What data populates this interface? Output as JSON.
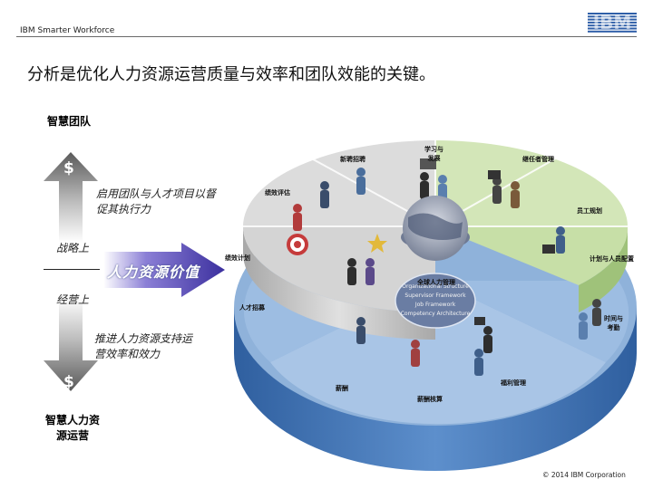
{
  "header": {
    "company_label": "IBM Smarter Workforce",
    "logo_text": "IBM",
    "copyright": "© 2014 IBM Corporation"
  },
  "title": "分析是优化人力资源运营质量与效率和团队效能的关键。",
  "left_panel": {
    "top_heading": "智慧团队",
    "top_symbol": "$",
    "top_text_line1": "启用团队与人才项目以督",
    "top_text_line2": "促其执行力",
    "strategy_label": "战略上",
    "value_label": "人力资源价值",
    "operation_label": "经营上",
    "bottom_text_line1": "推进人力资源支持运",
    "bottom_text_line2": "营效率和效力",
    "bottom_symbol": "$",
    "bottom_heading_line1": "智慧人力资",
    "bottom_heading_line2": "源运营"
  },
  "wheel_labels": {
    "recruit": "新聘招聘",
    "learning_line1": "学习与",
    "learning_line2": "发展",
    "succession": "继任者管理",
    "performance": "绩效评估",
    "workforce_planning": "员工规划",
    "incentive_plan": "绩效计划",
    "planning_config": "计划与人员配置",
    "global_hr": "全球人力管理",
    "talent_acquisition": "人才招募",
    "time_line1": "时间与",
    "time_line2": "考勤",
    "payroll": "薪酬",
    "benefits": "福利管理",
    "reporting": "薪酬核算"
  },
  "center_bubble": {
    "line1": "Organizational Structure",
    "line2": "Supervisor Framework",
    "line3": "Job Framework",
    "line4": "Competency Architecture"
  },
  "colors": {
    "top_tier_green": "#cfe3b0",
    "top_tier_gray": "#d8d8d8",
    "middle_tier_blue": "#8fb2da",
    "base_blue": "#4a7fbf",
    "arrow_purple": "#4b3fae",
    "arrow_gray": "#8e8e8e",
    "ibm_blue": "#2f5fa8"
  }
}
